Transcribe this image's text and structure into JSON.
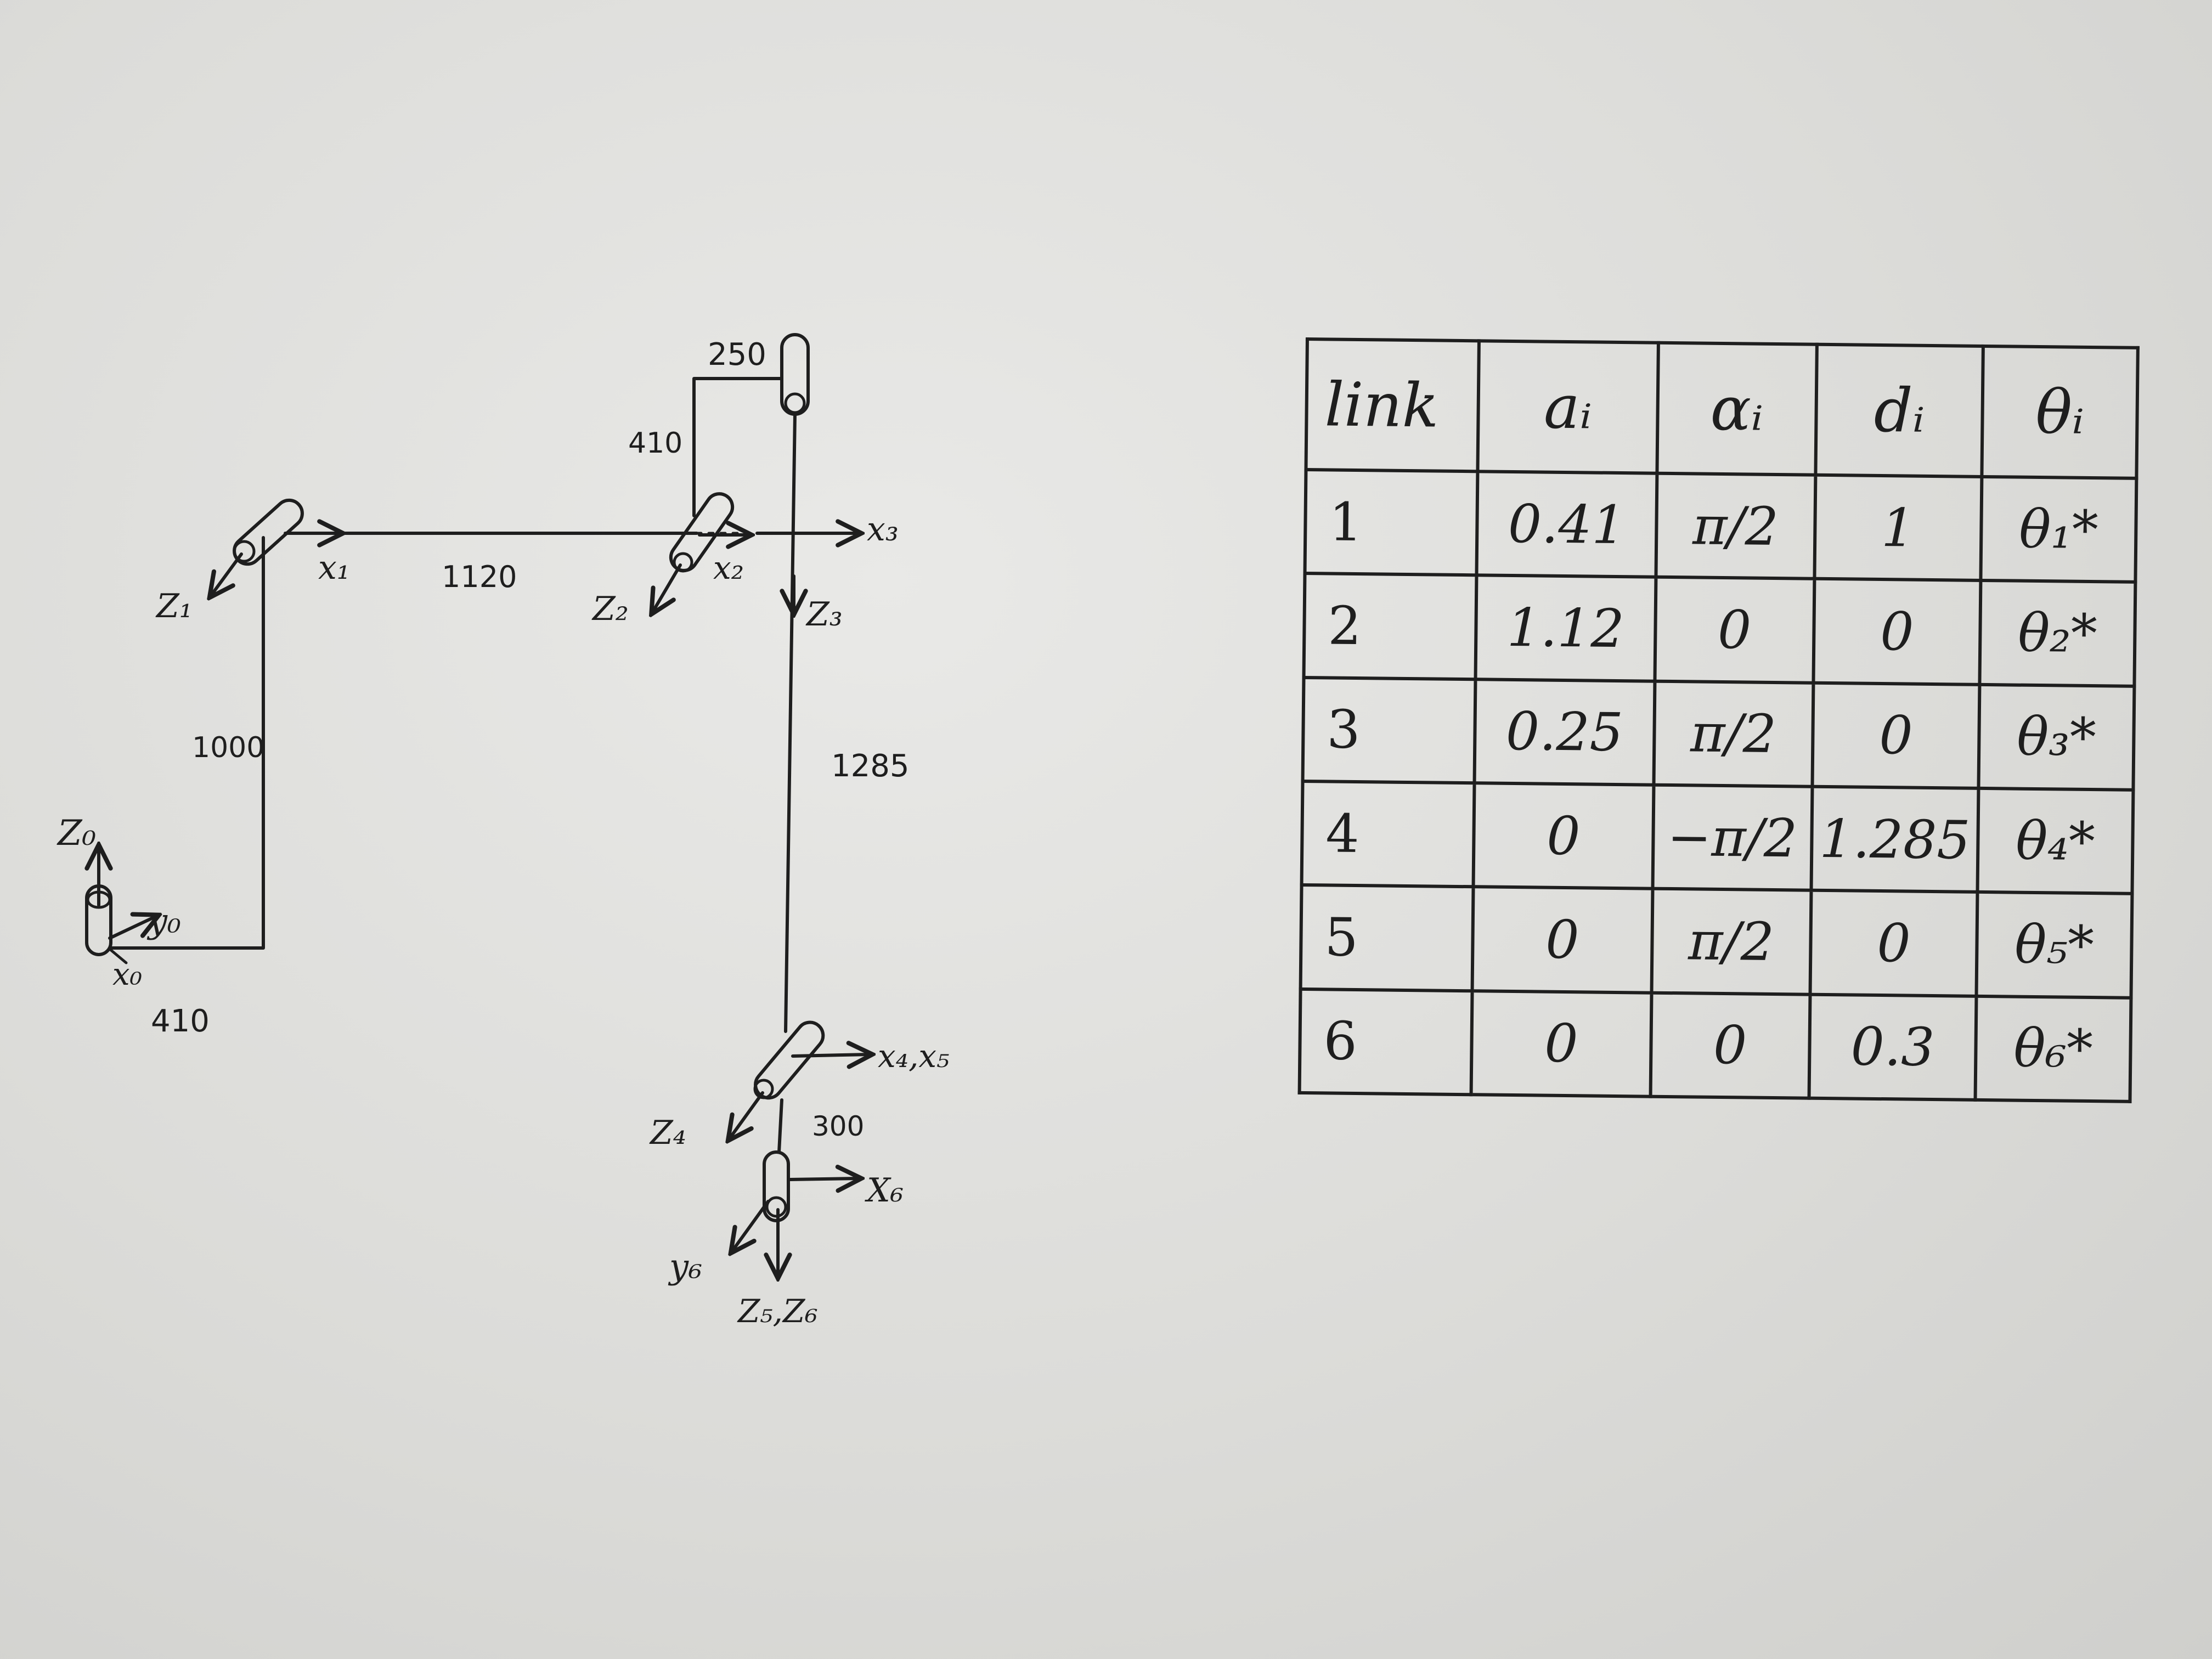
{
  "diagram": {
    "frames": {
      "z0": "Z₀",
      "y0": "y₀",
      "x0": "x₀",
      "z1": "Z₁",
      "x1": "x₁",
      "z2": "Z₂",
      "x2": "x₂",
      "x3": "x₃",
      "z3": "Z₃",
      "x4x5": "x₄,x₅",
      "z4": "Z₄",
      "x6": "X₆",
      "y6": "y₆",
      "z5z6": "Z₅,Z₆"
    },
    "dimensions": {
      "base_offset": "410",
      "vertical_1000": "1000",
      "horizontal_1120": "1120",
      "offset_410_upper": "410",
      "offset_250": "250",
      "vertical_1285": "1285",
      "wrist_300": "300"
    }
  },
  "table": {
    "headers": [
      "link",
      "aᵢ",
      "αᵢ",
      "dᵢ",
      "θᵢ"
    ],
    "rows": [
      [
        "1",
        "0.41",
        "π/2",
        "1",
        "θ₁*"
      ],
      [
        "2",
        "1.12",
        "0",
        "0",
        "θ₂*"
      ],
      [
        "3",
        "0.25",
        "π/2",
        "0",
        "θ₃*"
      ],
      [
        "4",
        "0",
        "−π/2",
        "1.285",
        "θ₄*"
      ],
      [
        "5",
        "0",
        "π/2",
        "0",
        "θ₅*"
      ],
      [
        "6",
        "0",
        "0",
        "0.3",
        "θ₆*"
      ]
    ]
  }
}
